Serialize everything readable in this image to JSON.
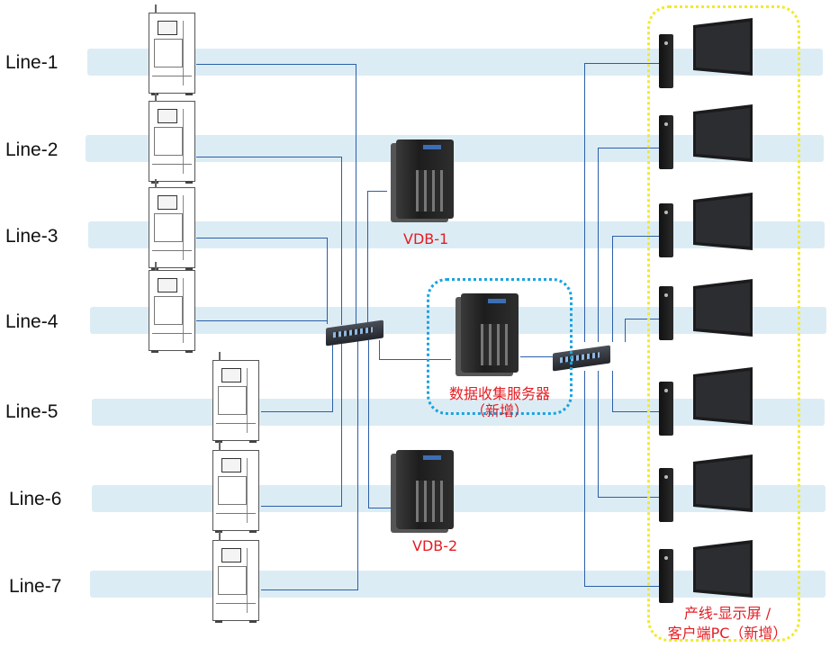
{
  "lines": [
    "Line-1",
    "Line-2",
    "Line-3",
    "Line-4",
    "Line-5",
    "Line-6",
    "Line-7"
  ],
  "servers": {
    "vdb1": "VDB-1",
    "vdb2": "VDB-2"
  },
  "collector": {
    "title": "数据收集服务器",
    "note": "（新增）"
  },
  "clients": {
    "line1": "产线-显示屏 /",
    "line2": "客户端PC（新增）"
  },
  "colors": {
    "band": "#dcecf4",
    "wire": "#2b5fa8",
    "label_red": "#e51c23",
    "collector_border": "#1aa3e0",
    "client_border": "#f2ea2a"
  }
}
